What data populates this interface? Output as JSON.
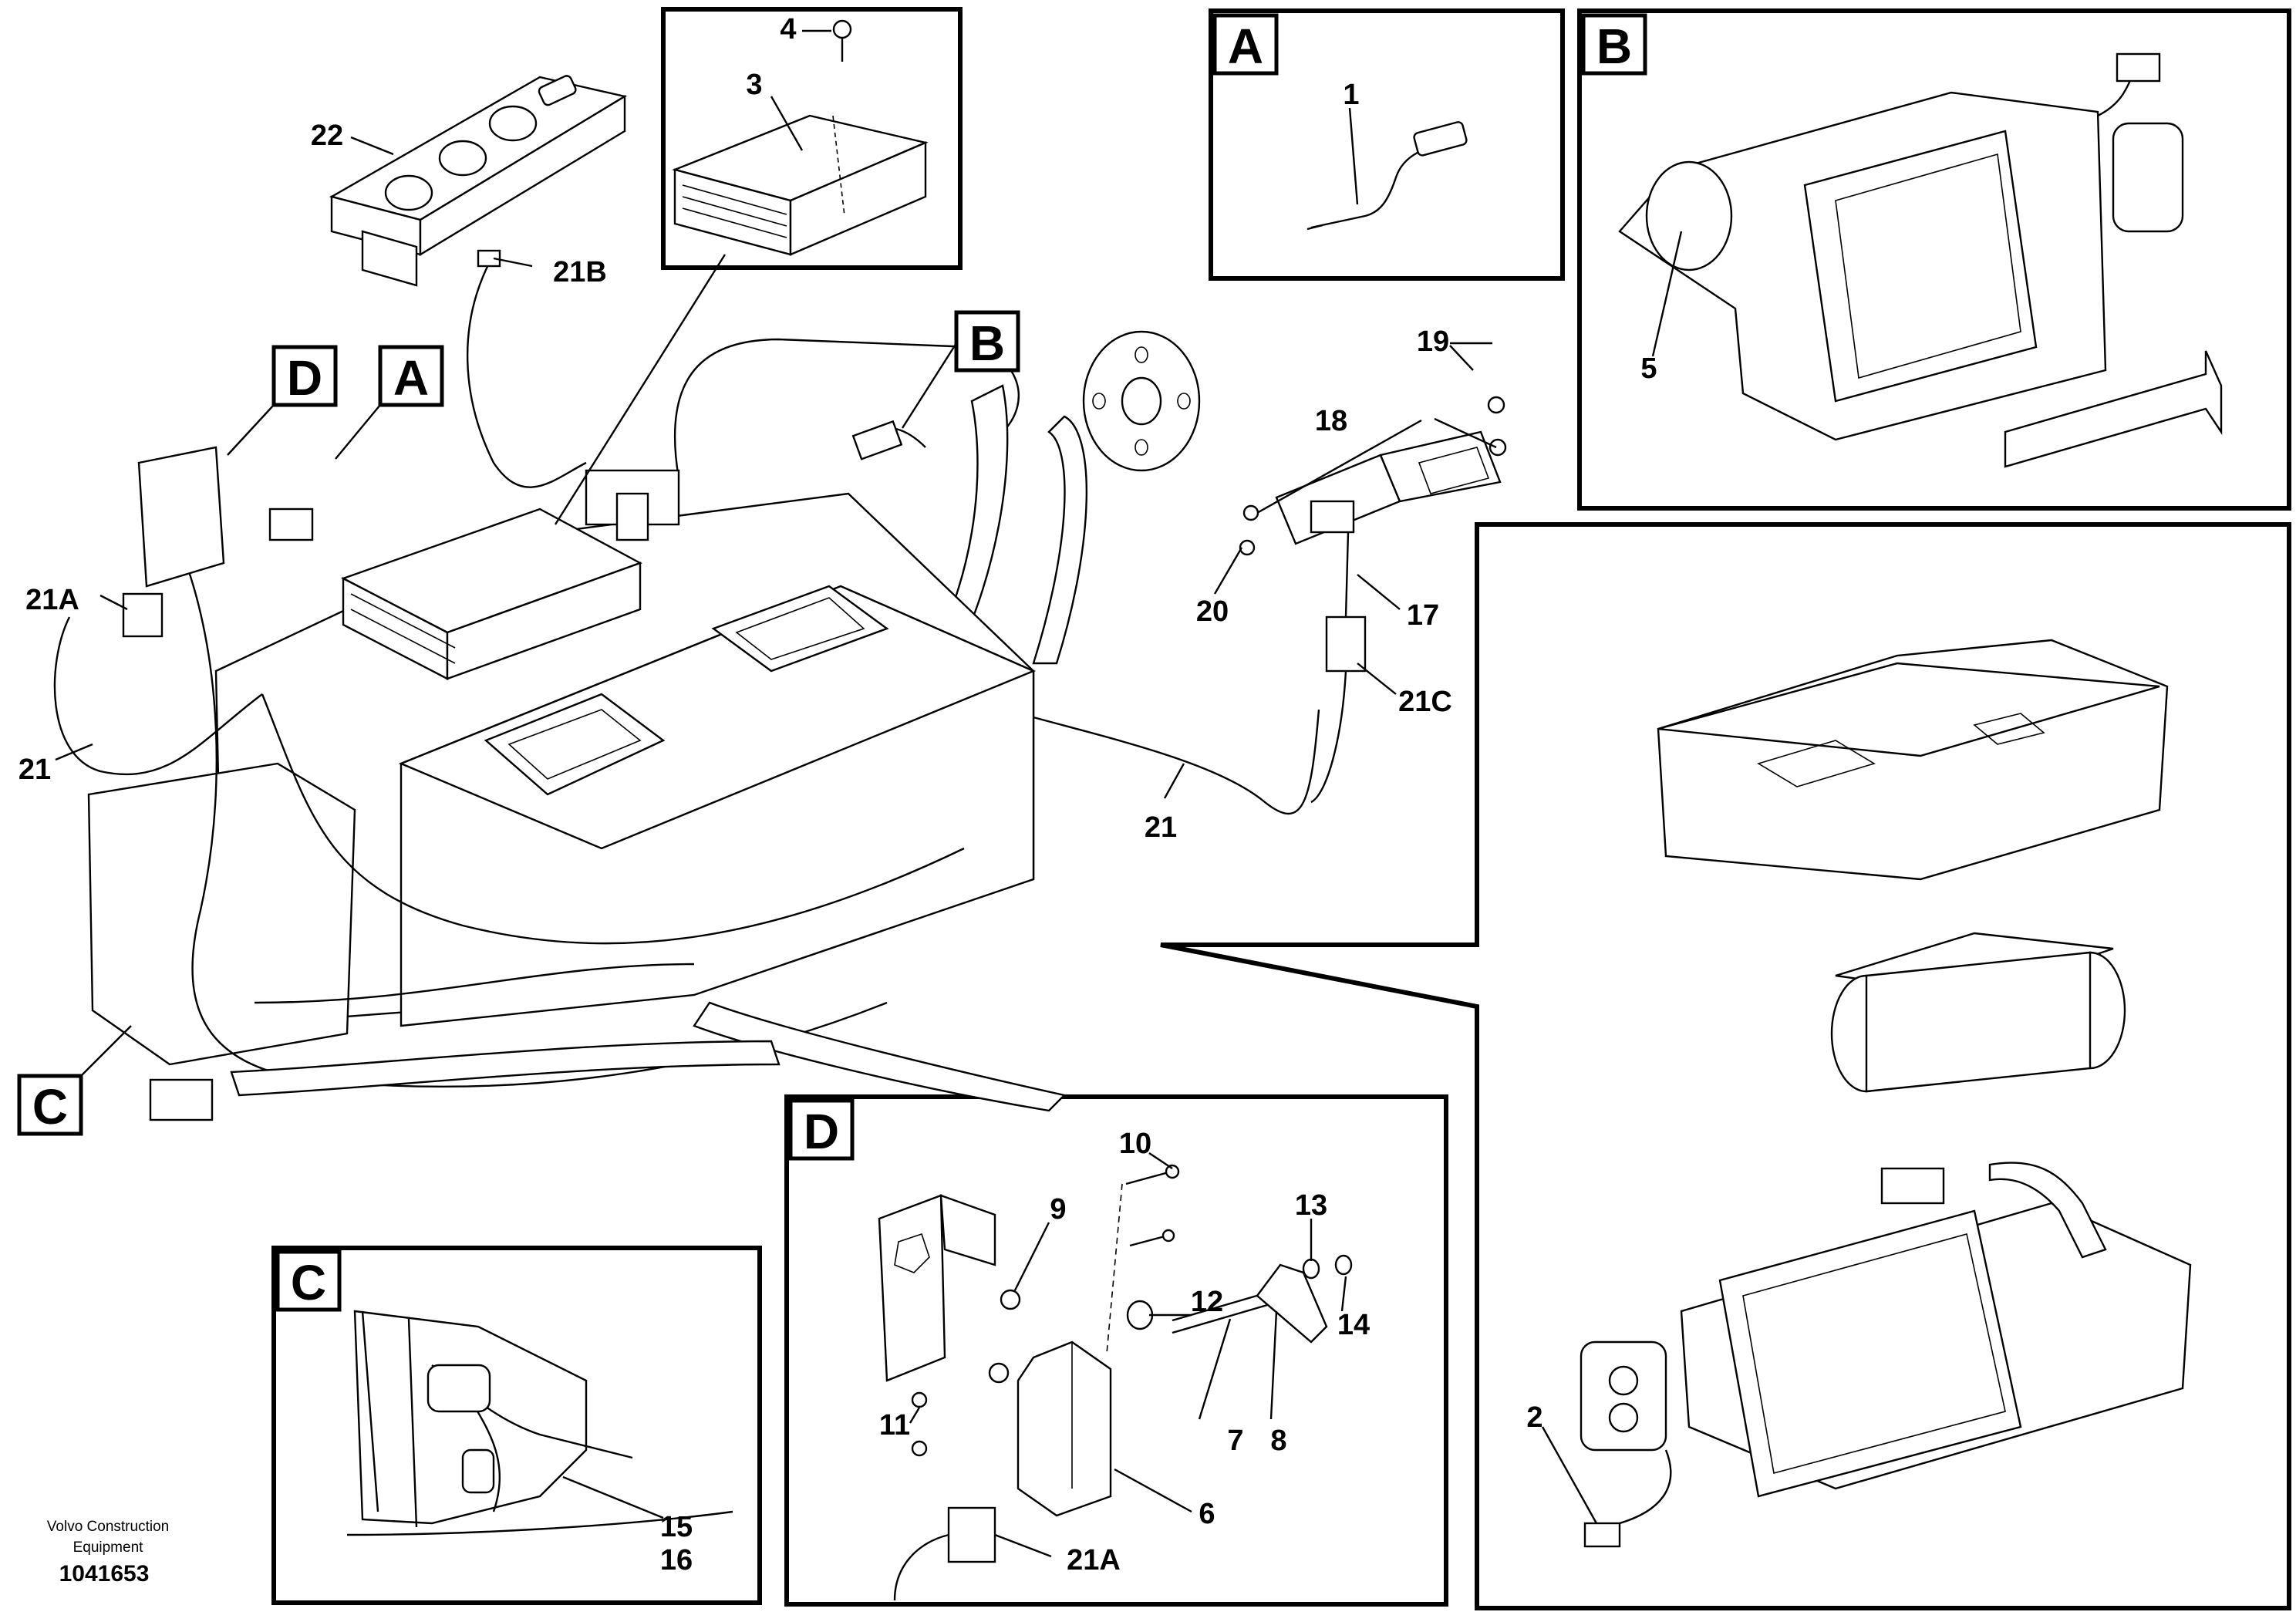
{
  "figure": {
    "brand_line1": "Volvo Construction",
    "brand_line2": "Equipment",
    "drawing_number": "1041653"
  },
  "detail_tags": {
    "A": "A",
    "B": "B",
    "C": "C",
    "D": "D"
  },
  "callouts": {
    "n1": "1",
    "n2": "2",
    "n3": "3",
    "n4": "4",
    "n5": "5",
    "n6": "6",
    "n7": "7",
    "n8": "8",
    "n9": "9",
    "n10": "10",
    "n11": "11",
    "n12": "12",
    "n13": "13",
    "n14": "14",
    "n15": "15",
    "n16": "16",
    "n17": "17",
    "n18": "18",
    "n19": "19",
    "n20": "20",
    "n21_left": "21",
    "n21_center": "21",
    "n21A_main": "21A",
    "n21A_detail": "21A",
    "n21B": "21B",
    "n21C": "21C",
    "n22": "22"
  }
}
